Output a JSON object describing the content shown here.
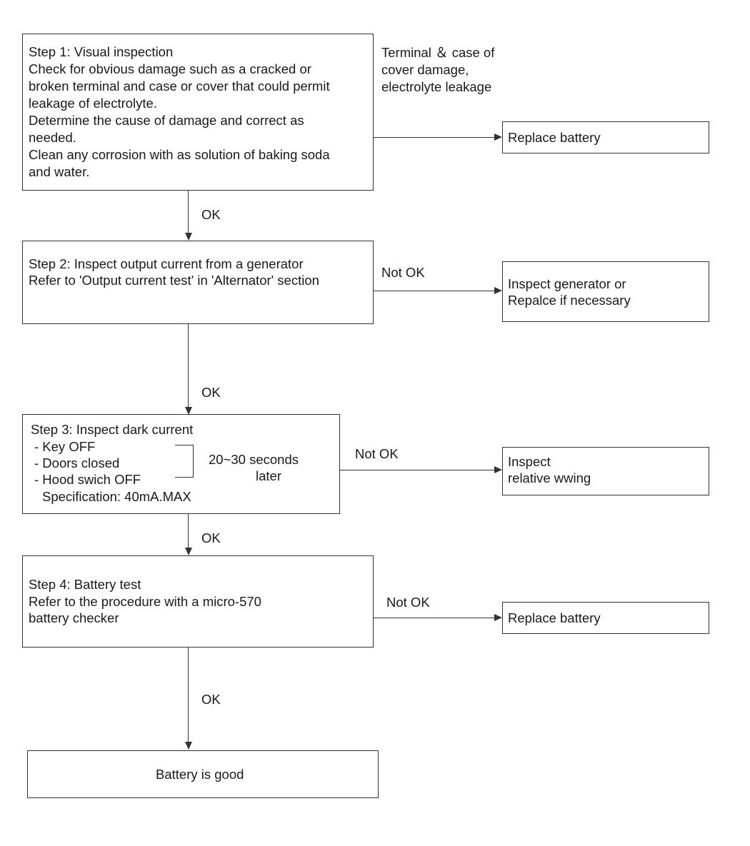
{
  "step1": {
    "title": "Step 1: Visual inspection",
    "lines": [
      "Check for obvious damage such as a cracked or",
      "broken terminal and case or cover that could permit",
      "leakage of electrolyte.",
      "Determine the cause of damage and correct as",
      "needed.",
      "Clean any corrosion with as solution of baking soda",
      "and water."
    ],
    "condition_lines": [
      "Terminal ＆ case of",
      "cover damage,",
      "electrolyte leakage"
    ],
    "result": "Replace battery",
    "ok_label": "OK"
  },
  "step2": {
    "title": "Step 2: Inspect output current from a generator",
    "lines": [
      "Refer to 'Output current test' in 'Alternator' section"
    ],
    "condition": "Not OK",
    "result_lines": [
      "Inspect generator or",
      "Repalce if necessary"
    ],
    "ok_label": "OK"
  },
  "step3": {
    "title": "Step 3: Inspect dark current",
    "items": [
      "- Key OFF",
      "- Doors closed",
      "- Hood swich OFF"
    ],
    "spec": "Specification: 40mA.MAX",
    "timing_lines": [
      "20~30 seconds",
      "later"
    ],
    "condition": "Not OK",
    "result_lines": [
      "Inspect",
      "relative wwing"
    ],
    "ok_label": "OK"
  },
  "step4": {
    "title": "Step 4: Battery test",
    "lines": [
      "Refer to the procedure with a micro-570",
      "battery checker"
    ],
    "condition": "Not OK",
    "result": "Replace battery",
    "ok_label": "OK"
  },
  "final": {
    "label": "Battery is good"
  }
}
